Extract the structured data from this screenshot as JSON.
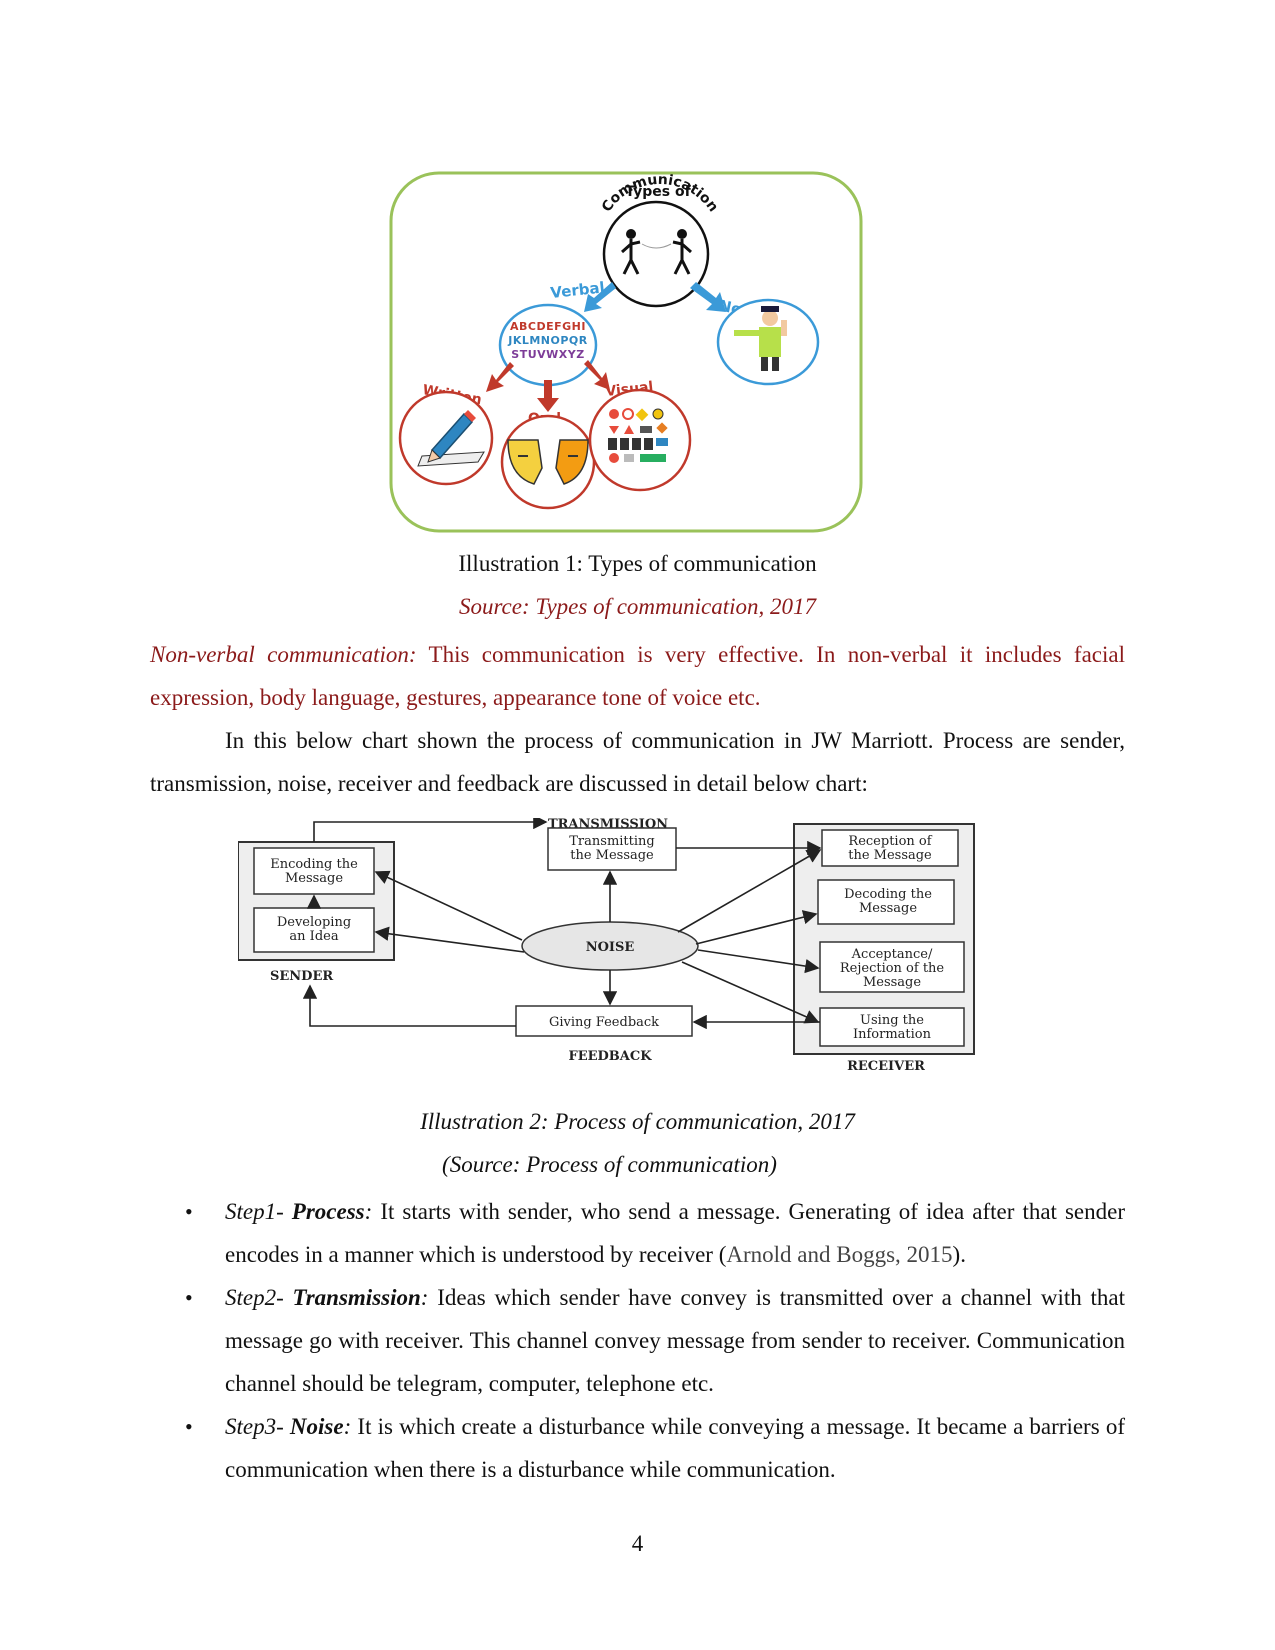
{
  "figure1": {
    "title_line1": "Types of",
    "title_line2": "Communication",
    "verbal": "Verbal",
    "non_verbal": "Non-Verbal",
    "written": "Written",
    "oral": "Oral",
    "visual": "Visual",
    "alphabet_rows": [
      "ABCDEFGHI",
      "JKLMNOPQR",
      "STUVWXYZ"
    ],
    "colors": {
      "frame": "#9ac25a",
      "verbal_arrow": "#3b9ad8",
      "sub_arrow": "#c0392b",
      "verbal_ring": "#3b9ad8",
      "sub_ring": "#c0392b"
    }
  },
  "caption1": "Illustration 1: Types of communication",
  "source1": "Source: Types of communication, 2017",
  "nonverbal": {
    "label": "Non-verbal communication:",
    "text": " This communication is very effective. In non-verbal it includes facial expression, body language, gestures, appearance tone of voice etc."
  },
  "process_para": "In this below chart shown the process of communication in JW Marriott. Process are sender, transmission, noise, receiver and feedback are discussed in detail below chart:",
  "figure2": {
    "transmission": "TRANSMISSION",
    "transmitting": [
      "Transmitting",
      "the Message"
    ],
    "encoding": [
      "Encoding the",
      "Message"
    ],
    "developing": [
      "Developing",
      "an Idea"
    ],
    "sender": "SENDER",
    "noise": "NOISE",
    "feedback_box": "Giving Feedback",
    "feedback": "FEEDBACK",
    "reception": [
      "Reception of",
      "the Message"
    ],
    "decoding": [
      "Decoding the",
      "Message"
    ],
    "acceptance": [
      "Acceptance/",
      "Rejection of the",
      "Message"
    ],
    "using": [
      "Using the",
      "Information"
    ],
    "receiver": "RECEIVER"
  },
  "caption2": "Illustration 2: Process of communication, 2017",
  "source2": "(Source: Process of communication)",
  "bullets": [
    {
      "step": "Step1- ",
      "key": "Process",
      "colon": ":",
      "text": " It starts with sender, who send a message. Generating of idea after that sender encodes in a manner which is understood by receiver (",
      "cite": "Arnold and Boggs, 2015",
      "tail": ")."
    },
    {
      "step": "Step2- ",
      "key": "Transmission",
      "colon": ":",
      "text": " Ideas which sender have convey is transmitted over a channel with that message go with receiver. This channel convey message from sender to receiver. Communication channel should be telegram, computer, telephone etc.",
      "cite": "",
      "tail": ""
    },
    {
      "step": "Step3- ",
      "key": "Noise",
      "colon": ":",
      "text": " It is which create a disturbance while conveying a message. It became a barriers of communication when there is a disturbance while communication.",
      "cite": "",
      "tail": ""
    }
  ],
  "page_number": "4"
}
